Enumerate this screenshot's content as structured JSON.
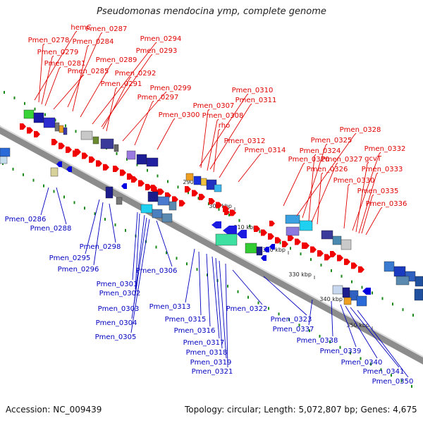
{
  "title": "Pseudomonas mendocina ymp, complete genome",
  "footer": {
    "accession": "Accession: NC_009439",
    "summary": "Topology: circular; Length: 5,072,807 bp; Genes: 4,675"
  },
  "colors": {
    "top_labels": "#e00000",
    "bottom_labels": "#0000c0",
    "backbone": "#8c8c8c",
    "tick": "#1a8a1a"
  },
  "axis_labels": [
    "290 kbp",
    "300 kbp",
    "310 kbp",
    "320 kbp",
    "330 kbp",
    "340 kbp",
    "350 kbp"
  ],
  "top_genes": [
    "hemC",
    "Pmen_0287",
    "Pmen_0278",
    "Pmen_0284",
    "Pmen_0294",
    "Pmen_0279",
    "Pmen_0293",
    "Pmen_0281",
    "Pmen_0289",
    "Pmen_0285",
    "Pmen_0292",
    "Pmen_0291",
    "Pmen_0299",
    "Pmen_0297",
    "Pmen_0300",
    "Pmen_0310",
    "Pmen_0311",
    "Pmen_0307",
    "Pmen_0308",
    "rho",
    "Pmen_0312",
    "Pmen_0314",
    "Pmen_0320",
    "Pmen_0328",
    "Pmen_0325",
    "Pmen_0324",
    "Pmen_0327",
    "Pmen_0326",
    "Pmen_0330",
    "Pmen_0332",
    "gcvT",
    "Pmen_0333",
    "Pmen_0335",
    "Pmen_0336"
  ],
  "bottom_genes": [
    "Pmen_0286",
    "Pmen_0288",
    "Pmen_0295",
    "Pmen_0296",
    "Pmen_0298",
    "Pmen_0301",
    "Pmen_0302",
    "Pmen_0303",
    "Pmen_0304",
    "Pmen_0305",
    "Pmen_0306",
    "Pmen_0313",
    "Pmen_0315",
    "Pmen_0316",
    "Pmen_0317",
    "Pmen_0318",
    "Pmen_0319",
    "Pmen_0321",
    "Pmen_0322",
    "Pmen_0323",
    "Pmen_0337",
    "Pmen_0338",
    "Pmen_0339",
    "Pmen_0340",
    "Pmen_0341",
    "Pmen_0350"
  ]
}
